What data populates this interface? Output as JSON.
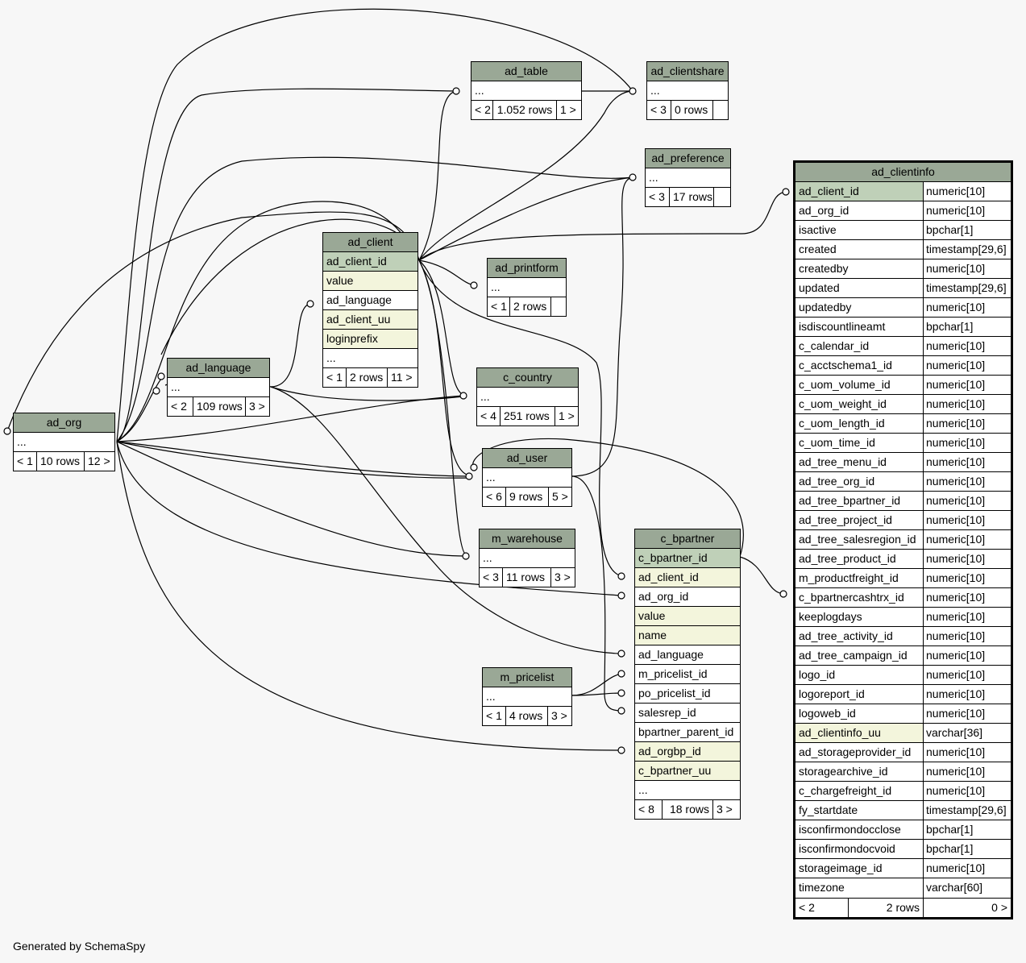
{
  "tables": {
    "ad_table": {
      "name": "ad_table",
      "body": "...",
      "footer": [
        "< 2",
        "1.052 rows",
        "1 >"
      ]
    },
    "ad_clientshare": {
      "name": "ad_clientshare",
      "body": "...",
      "footer": [
        "< 3",
        "0 rows",
        ""
      ]
    },
    "ad_preference": {
      "name": "ad_preference",
      "body": "...",
      "footer": [
        "< 3",
        "17 rows",
        ""
      ]
    },
    "ad_client": {
      "name": "ad_client",
      "columns": [
        "ad_client_id",
        "value",
        "ad_language",
        "ad_client_uu",
        "loginprefix",
        "..."
      ],
      "footer": [
        "< 1",
        "2 rows",
        "11 >"
      ]
    },
    "ad_printform": {
      "name": "ad_printform",
      "body": "...",
      "footer": [
        "< 1",
        "2 rows",
        ""
      ]
    },
    "ad_language": {
      "name": "ad_language",
      "body": "...",
      "footer": [
        "< 2",
        "109 rows",
        "3 >"
      ]
    },
    "c_country": {
      "name": "c_country",
      "body": "...",
      "footer": [
        "< 4",
        "251 rows",
        "1 >"
      ]
    },
    "ad_org": {
      "name": "ad_org",
      "body": "...",
      "footer": [
        "< 1",
        "10 rows",
        "12 >"
      ]
    },
    "ad_user": {
      "name": "ad_user",
      "body": "...",
      "footer": [
        "< 6",
        "9 rows",
        "5 >"
      ]
    },
    "m_warehouse": {
      "name": "m_warehouse",
      "body": "...",
      "footer": [
        "< 3",
        "11 rows",
        "3 >"
      ]
    },
    "c_bpartner": {
      "name": "c_bpartner",
      "columns": [
        "c_bpartner_id",
        "ad_client_id",
        "ad_org_id",
        "value",
        "name",
        "ad_language",
        "m_pricelist_id",
        "po_pricelist_id",
        "salesrep_id",
        "bpartner_parent_id",
        "ad_orgbp_id",
        "c_bpartner_uu",
        "..."
      ],
      "footer": [
        "< 8",
        "18 rows",
        "3 >"
      ]
    },
    "m_pricelist": {
      "name": "m_pricelist",
      "body": "...",
      "footer": [
        "< 1",
        "4 rows",
        "3 >"
      ]
    },
    "ad_clientinfo": {
      "name": "ad_clientinfo",
      "columns": [
        [
          "ad_client_id",
          "numeric[10]"
        ],
        [
          "ad_org_id",
          "numeric[10]"
        ],
        [
          "isactive",
          "bpchar[1]"
        ],
        [
          "created",
          "timestamp[29,6]"
        ],
        [
          "createdby",
          "numeric[10]"
        ],
        [
          "updated",
          "timestamp[29,6]"
        ],
        [
          "updatedby",
          "numeric[10]"
        ],
        [
          "isdiscountlineamt",
          "bpchar[1]"
        ],
        [
          "c_calendar_id",
          "numeric[10]"
        ],
        [
          "c_acctschema1_id",
          "numeric[10]"
        ],
        [
          "c_uom_volume_id",
          "numeric[10]"
        ],
        [
          "c_uom_weight_id",
          "numeric[10]"
        ],
        [
          "c_uom_length_id",
          "numeric[10]"
        ],
        [
          "c_uom_time_id",
          "numeric[10]"
        ],
        [
          "ad_tree_menu_id",
          "numeric[10]"
        ],
        [
          "ad_tree_org_id",
          "numeric[10]"
        ],
        [
          "ad_tree_bpartner_id",
          "numeric[10]"
        ],
        [
          "ad_tree_project_id",
          "numeric[10]"
        ],
        [
          "ad_tree_salesregion_id",
          "numeric[10]"
        ],
        [
          "ad_tree_product_id",
          "numeric[10]"
        ],
        [
          "m_productfreight_id",
          "numeric[10]"
        ],
        [
          "c_bpartnercashtrx_id",
          "numeric[10]"
        ],
        [
          "keeplogdays",
          "numeric[10]"
        ],
        [
          "ad_tree_activity_id",
          "numeric[10]"
        ],
        [
          "ad_tree_campaign_id",
          "numeric[10]"
        ],
        [
          "logo_id",
          "numeric[10]"
        ],
        [
          "logoreport_id",
          "numeric[10]"
        ],
        [
          "logoweb_id",
          "numeric[10]"
        ],
        [
          "ad_clientinfo_uu",
          "varchar[36]"
        ],
        [
          "ad_storageprovider_id",
          "numeric[10]"
        ],
        [
          "storagearchive_id",
          "numeric[10]"
        ],
        [
          "c_chargefreight_id",
          "numeric[10]"
        ],
        [
          "fy_startdate",
          "timestamp[29,6]"
        ],
        [
          "isconfirmondocclose",
          "bpchar[1]"
        ],
        [
          "isconfirmondocvoid",
          "bpchar[1]"
        ],
        [
          "storageimage_id",
          "numeric[10]"
        ],
        [
          "timezone",
          "varchar[60]"
        ]
      ],
      "footer": [
        "< 2",
        "2 rows",
        "0 >"
      ]
    }
  },
  "colors": {
    "header": "#9aa896",
    "primary_key": "#bfd0b8",
    "indexed": "#f3f5dc",
    "background": "#f7f7f7"
  },
  "footer_note": "Generated by SchemaSpy"
}
